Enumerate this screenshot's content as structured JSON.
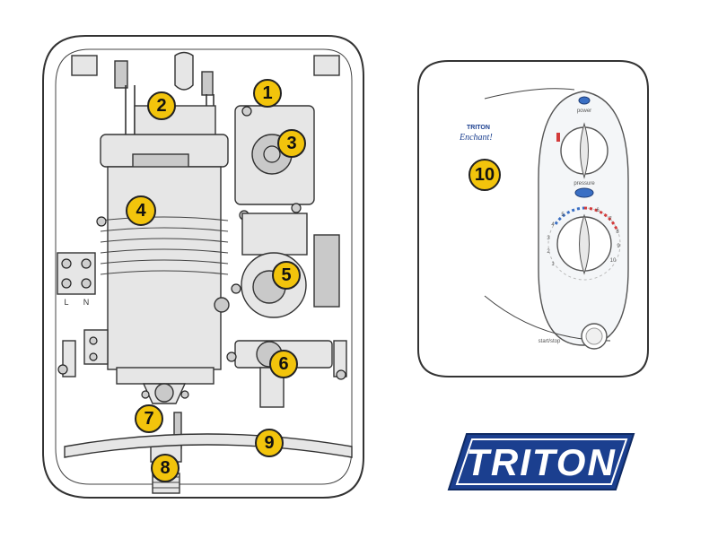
{
  "callouts": [
    {
      "number": "1",
      "label": "1"
    },
    {
      "number": "2",
      "label": "2"
    },
    {
      "number": "3",
      "label": "3"
    },
    {
      "number": "4",
      "label": "4"
    },
    {
      "number": "5",
      "label": "5"
    },
    {
      "number": "6",
      "label": "6"
    },
    {
      "number": "7",
      "label": "7"
    },
    {
      "number": "8",
      "label": "8"
    },
    {
      "number": "9",
      "label": "9"
    },
    {
      "number": "10",
      "label": "10"
    }
  ],
  "terminal_labels": {
    "l": "L",
    "n": "N"
  },
  "front_cover": {
    "brand": "TRITON",
    "model": "Enchant!",
    "power_label": "power",
    "pressure_label": "pressure",
    "start_stop_label": "start/stop",
    "dial_numbers": [
      "1",
      "2",
      "3",
      "4",
      "5",
      "6",
      "7",
      "8",
      "9",
      "10"
    ]
  },
  "logo": {
    "text": "TRITON"
  },
  "colors": {
    "callout_fill": "#f2c40c",
    "logo_blue": "#1b3f8f",
    "indicator_blue": "#3a6fc4",
    "indicator_red": "#d33b3b"
  }
}
